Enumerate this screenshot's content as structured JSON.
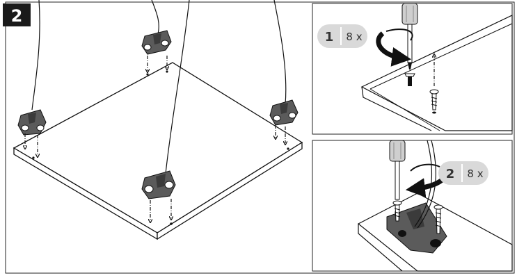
{
  "step": {
    "number": "2"
  },
  "detail_top": {
    "step_number": "1",
    "quantity": "8 x"
  },
  "detail_bottom": {
    "step_number": "2",
    "quantity": "8 x"
  },
  "colors": {
    "line": "#111111",
    "step_badge_bg": "#1a1a1a",
    "step_badge_fg": "#ffffff",
    "pill_bg": "#d9d9d9",
    "clip_fill": "#5b5b5b",
    "screwdriver_fill": "#cfcfcf"
  }
}
